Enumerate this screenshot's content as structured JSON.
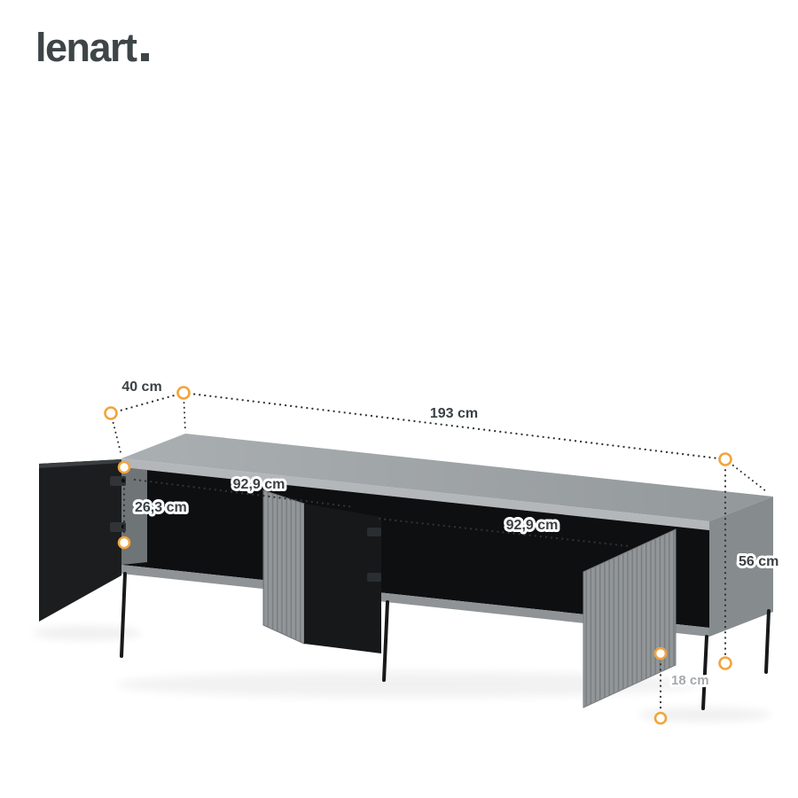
{
  "brand": {
    "name": "lenart"
  },
  "dims": {
    "depth": "40 cm",
    "width": "193 cm",
    "niche_height": "26,3 cm",
    "niche_left_width": "92,9 cm",
    "niche_right_width": "92,9 cm",
    "height": "56 cm",
    "leg_height": "18 cm"
  },
  "colors": {
    "accent": "#F2A43D",
    "marker_fill": "#FFFFFF",
    "line": "#2F3436",
    "label": "#3A4144",
    "leg_label": "#A4A9AC",
    "body_top": "#9EA3A6",
    "body_front": "#8F9396",
    "body_side": "#868B8E",
    "interior": "#0D0F10",
    "door_black": "#16181A"
  }
}
